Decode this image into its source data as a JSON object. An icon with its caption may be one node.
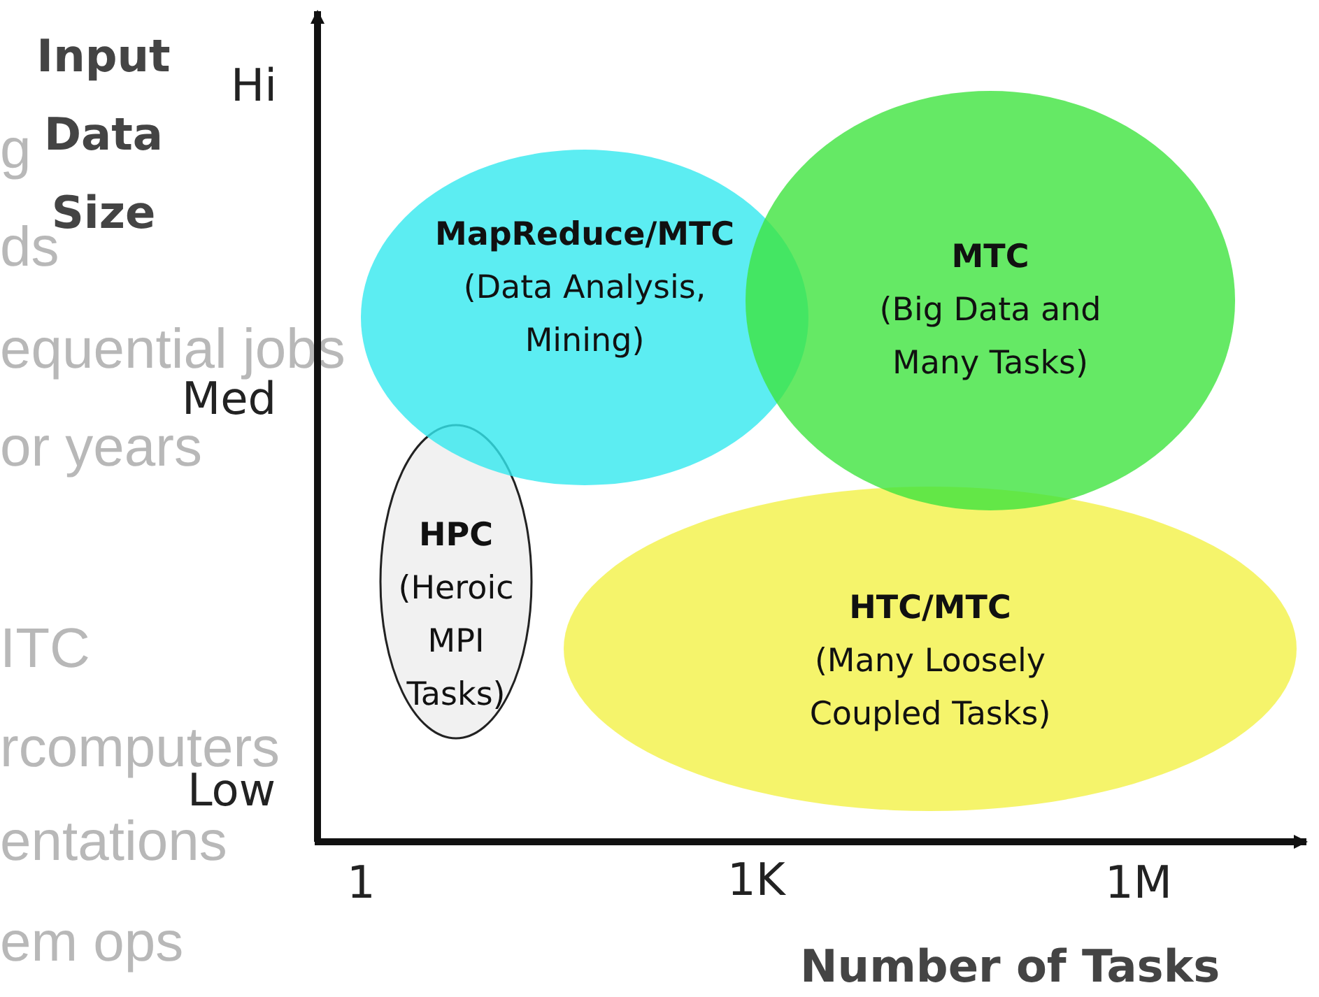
{
  "diagram": {
    "nodes": [
      {
        "text": [
          "MapReduce/MTC",
          "(Data Analysis, Mining)"
        ]
      },
      {
        "text": [
          "MTC",
          "(Big Data and Many Tasks)"
        ]
      },
      {
        "text": [
          "HPC",
          "(Heroic MPI Tasks)"
        ]
      },
      {
        "text": [
          "HTC/MTC",
          "(Many Loosely Coupled Tasks)"
        ]
      }
    ],
    "edges": [],
    "labels": [
      "g",
      "ds",
      "equential jobs",
      "or years",
      "ITC",
      "rcomputers",
      "entations",
      "em ops",
      "Input Data Size",
      "Hi",
      "Med",
      "Low",
      "1",
      "1K",
      "1M",
      "Number of Tasks"
    ]
  }
}
